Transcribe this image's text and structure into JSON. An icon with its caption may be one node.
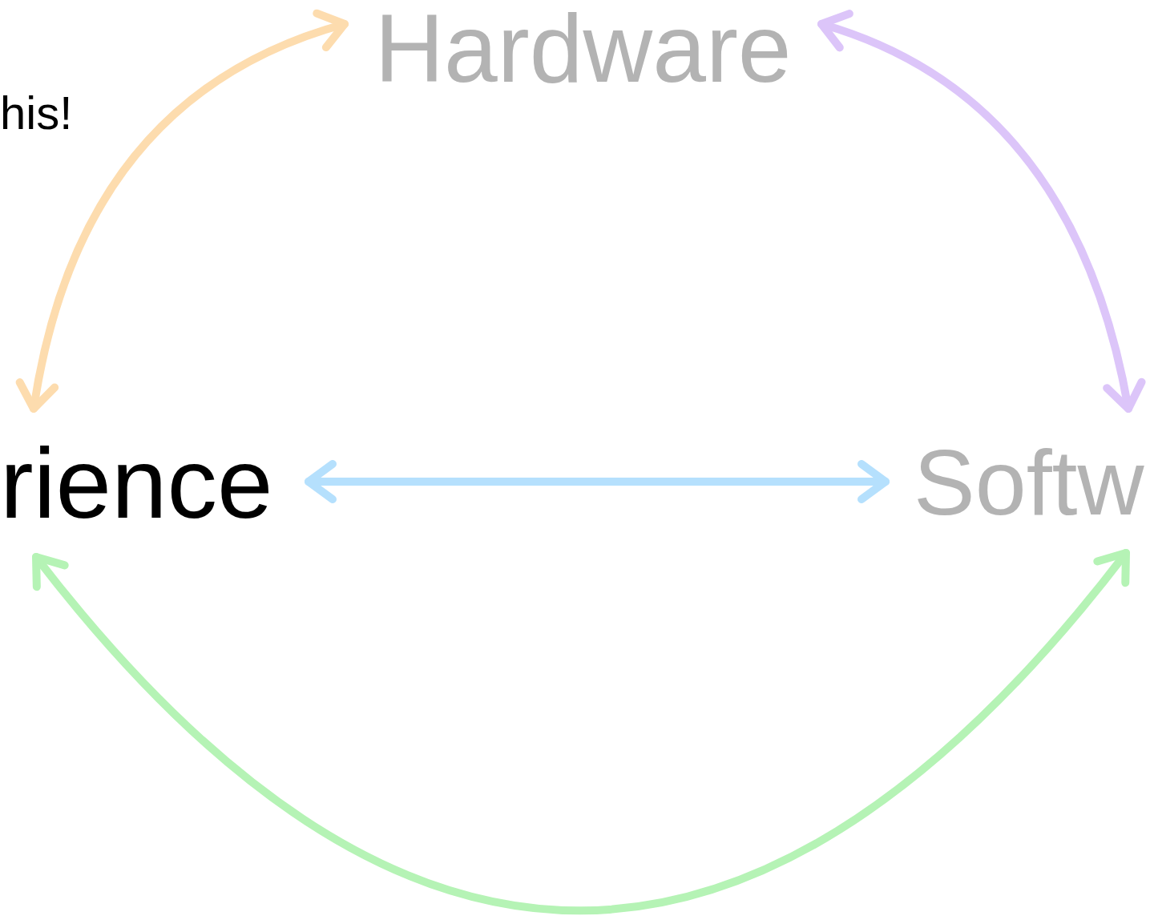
{
  "diagram": {
    "nodes": [
      {
        "text": [
          "Hardware"
        ]
      },
      {
        "text": [
          "rience"
        ]
      },
      {
        "text": [
          "Softw"
        ]
      }
    ],
    "edges": [
      {
        "from": 0,
        "to": 1,
        "arrow": "both",
        "color": "#fddcae"
      },
      {
        "from": 0,
        "to": 2,
        "arrow": "both",
        "color": "#dcc5f9"
      },
      {
        "from": 1,
        "to": 2,
        "arrow": "both",
        "color": "#b5e0fd"
      },
      {
        "from": 1,
        "to": 2,
        "arrow": "both",
        "color": "#b5f3b5"
      }
    ],
    "labels": [
      "his!"
    ]
  }
}
